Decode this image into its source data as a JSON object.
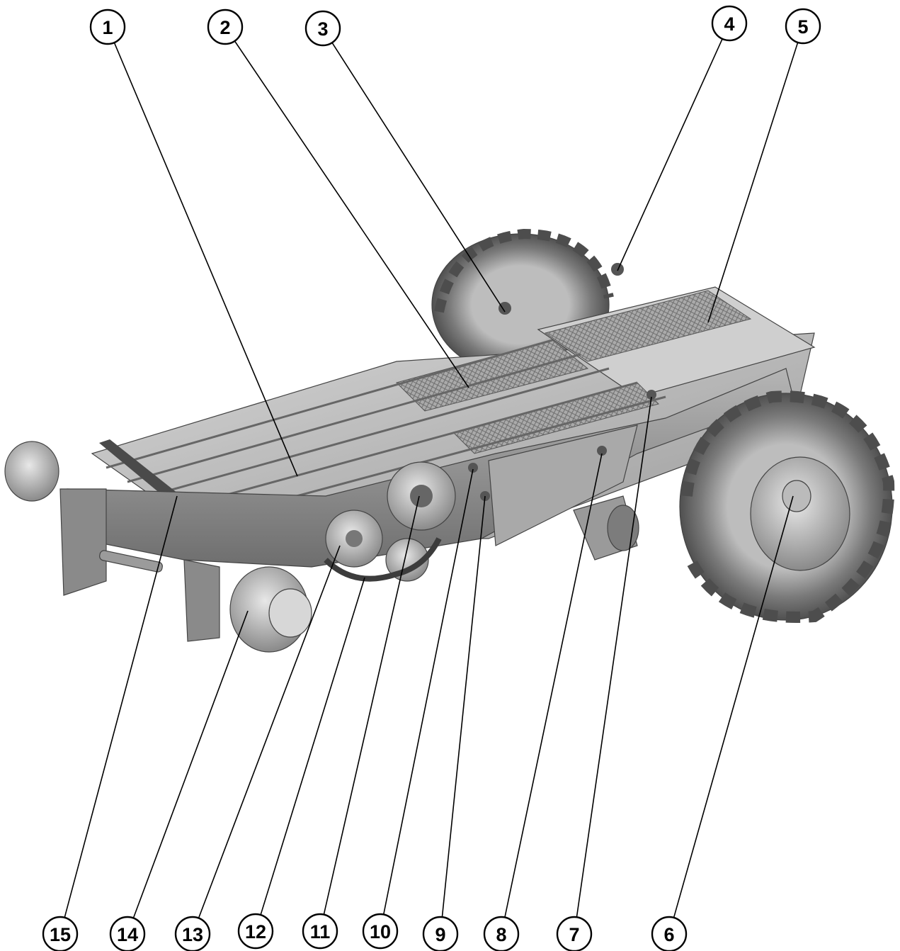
{
  "colors": {
    "line": "#000000",
    "metal_light": "#c9c9c9",
    "metal_mid": "#9a9a9a",
    "metal_dark": "#555555",
    "tire": "#6a6a6a"
  },
  "callouts": [
    {
      "label": "1"
    },
    {
      "label": "2"
    },
    {
      "label": "3"
    },
    {
      "label": "4"
    },
    {
      "label": "5"
    },
    {
      "label": "6"
    },
    {
      "label": "7"
    },
    {
      "label": "8"
    },
    {
      "label": "9"
    },
    {
      "label": "10"
    },
    {
      "label": "11"
    },
    {
      "label": "12"
    },
    {
      "label": "13"
    },
    {
      "label": "14"
    },
    {
      "label": "15"
    }
  ]
}
